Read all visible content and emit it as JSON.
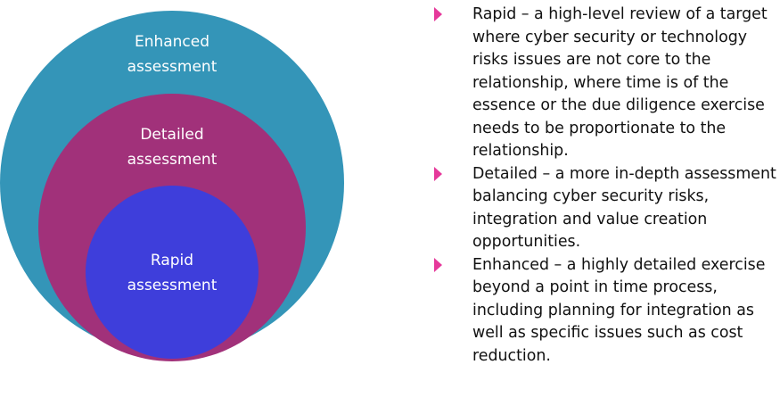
{
  "diagram": {
    "circles": {
      "enhanced": {
        "label_line1": "Enhanced",
        "label_line2": "assessment",
        "color": "#3495b8"
      },
      "detailed": {
        "label_line1": "Detailed",
        "label_line2": "assessment",
        "color": "#a1317a"
      },
      "rapid": {
        "label_line1": "Rapid",
        "label_line2": "assessment",
        "color": "#3e3edb"
      }
    }
  },
  "bullets": [
    {
      "text": "Rapid – a high-level review of a target where cyber security or technology risks issues are not core to the relationship, where time is of the essence or the due diligence exercise needs to be proportionate to the relationship."
    },
    {
      "text": "Detailed – a more in-depth assessment balancing cyber security risks, integration and value creation opportunities."
    },
    {
      "text": "Enhanced – a highly detailed exercise beyond a point in time process, including planning for integration as well as specific issues such as cost reduction."
    }
  ],
  "colors": {
    "bullet": "#e6399b",
    "text": "#111111",
    "label": "#ffffff"
  }
}
